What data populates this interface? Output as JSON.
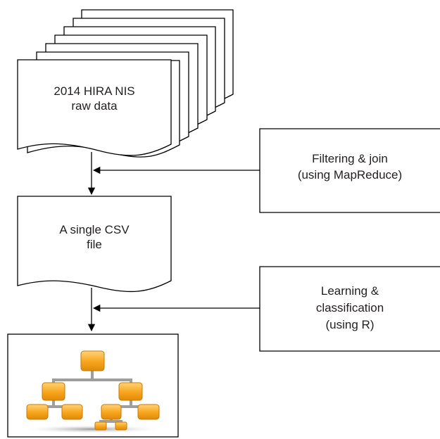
{
  "raw_data": {
    "line1": "2014 HIRA NIS",
    "line2": "raw data"
  },
  "csv_file": {
    "line1": "A single CSV",
    "line2": "file"
  },
  "process_filter": {
    "line1": "Filtering & join",
    "line2": "(using MapReduce)"
  },
  "process_learning": {
    "line1": "Learning &",
    "line2": "classification",
    "line3": "(using R)"
  },
  "result": {
    "icon": "decision-tree-icon"
  },
  "colors": {
    "stroke": "#000000",
    "node_fill": "#f7a41c",
    "node_highlight": "#ffd277",
    "connector": "#9e9e9e"
  }
}
